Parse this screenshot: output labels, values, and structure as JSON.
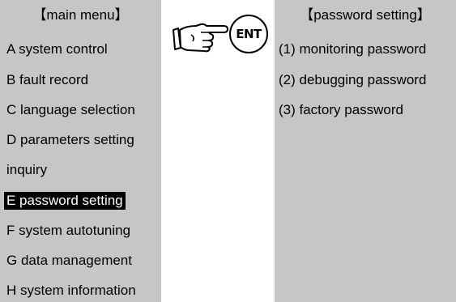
{
  "main_menu": {
    "title": "【main menu】",
    "items": [
      {
        "label": "A system control"
      },
      {
        "label": "B fault record"
      },
      {
        "label": "C language selection"
      },
      {
        "label": "D parameters setting"
      },
      {
        "label": "inquiry"
      },
      {
        "label": "E password setting",
        "selected": true
      },
      {
        "label": "F system autotuning"
      },
      {
        "label": "G data management"
      },
      {
        "label": "H system information"
      }
    ]
  },
  "action": {
    "icon": "pointing-hand-icon",
    "key_label": "ENT"
  },
  "password_setting": {
    "title": "【password setting】",
    "items": [
      {
        "label": "(1) monitoring password"
      },
      {
        "label": "(2) debugging password"
      },
      {
        "label": "(3) factory password"
      }
    ]
  },
  "colors": {
    "panel_bg": "#c6c6c6",
    "selected_bg": "#000000",
    "selected_fg": "#ffffff"
  }
}
